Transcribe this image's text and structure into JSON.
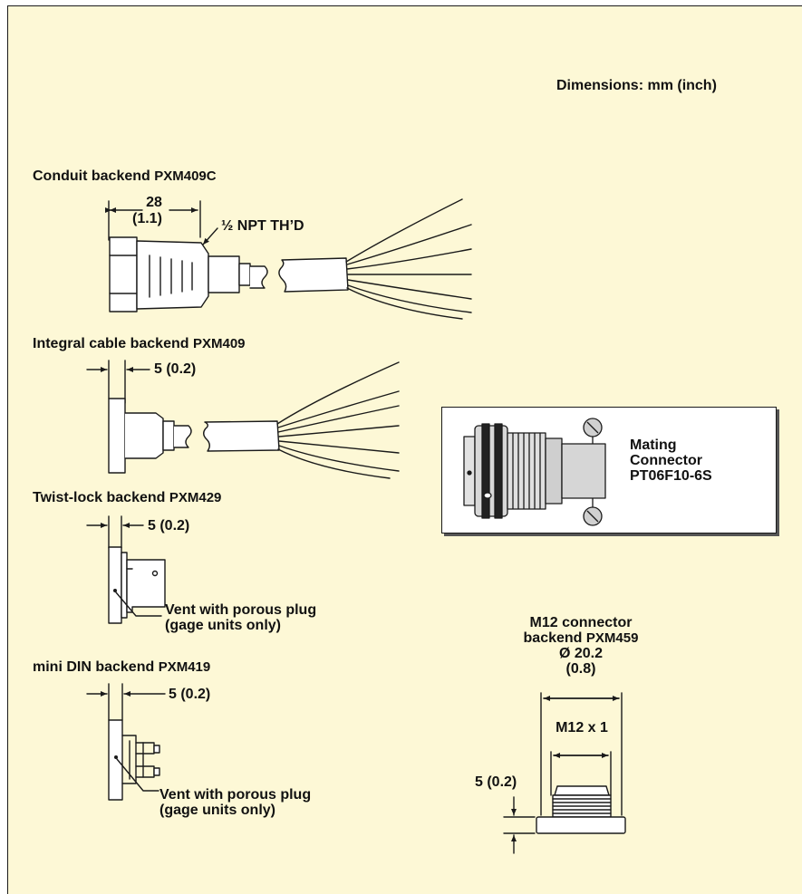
{
  "units_note": "Dimensions: mm (inch)",
  "colors": {
    "background": "#fdf8d6",
    "line": "#1a1a1a",
    "metal": "#d4d4d4",
    "dark_band": "#222222"
  },
  "sections": {
    "conduit": {
      "title": "Conduit backend",
      "part": "PXM409C",
      "dim_top": "28",
      "dim_bottom": "(1.1)",
      "thread": "½ NPT TH’D"
    },
    "integral": {
      "title": "Integral cable backend",
      "part": "PXM409",
      "dim": "5 (0.2)"
    },
    "twistlock": {
      "title": "Twist-lock backend",
      "part": "PXM429",
      "dim": "5 (0.2)",
      "vent_line1": "Vent with porous plug",
      "vent_line2": "(gage units only)"
    },
    "minidin": {
      "title": "mini DIN backend",
      "part": "PXM419",
      "dim": "5 (0.2)",
      "vent_line1": "Vent with porous plug",
      "vent_line2": "(gage units only)"
    },
    "m12": {
      "title_line1": "M12 connector",
      "title_line2": "backend",
      "part": "PXM459",
      "diameter": "Ø 20.2",
      "diameter_in": "(0.8)",
      "thread": "M12 x 1",
      "dim": "5 (0.2)"
    }
  },
  "mating": {
    "line1": "Mating",
    "line2": "Connector",
    "line3": "PT06F10-6S"
  }
}
